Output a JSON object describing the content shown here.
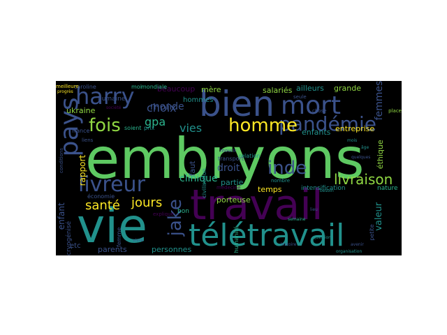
{
  "colors": {
    "background": "#000000",
    "green": "#5ec962",
    "teal": "#21918c",
    "blue": "#3b528b",
    "purple": "#440154",
    "yellow": "#fde725",
    "lightgreen": "#90d743",
    "aqua": "#2cb68f"
  },
  "words": [
    {
      "text": "embryons",
      "color": "green"
    },
    {
      "text": "travail",
      "color": "purple"
    },
    {
      "text": "vie",
      "color": "teal"
    },
    {
      "text": "bien",
      "color": "blue"
    },
    {
      "text": "télétravail",
      "color": "teal"
    },
    {
      "text": "mort",
      "color": "blue"
    },
    {
      "text": "harry",
      "color": "blue"
    },
    {
      "text": "pays",
      "color": "blue"
    },
    {
      "text": "livreur",
      "color": "blue"
    },
    {
      "text": "pandémie",
      "color": "blue"
    },
    {
      "text": "fois",
      "color": "lightgreen"
    },
    {
      "text": "homme",
      "color": "yellow"
    },
    {
      "text": "inde",
      "color": "blue"
    },
    {
      "text": "jake",
      "color": "blue"
    },
    {
      "text": "livraison",
      "color": "lightgreen"
    },
    {
      "text": "santé",
      "color": "yellow"
    },
    {
      "text": "jours",
      "color": "yellow"
    },
    {
      "text": "choix",
      "color": "blue"
    },
    {
      "text": "gpa",
      "color": "aqua"
    },
    {
      "text": "vies",
      "color": "teal"
    },
    {
      "text": "monde",
      "color": "blue"
    },
    {
      "text": "clinique",
      "color": "aqua"
    },
    {
      "text": "droit",
      "color": "blue"
    },
    {
      "text": "enfant",
      "color": "blue"
    },
    {
      "text": "valeur",
      "color": "teal"
    },
    {
      "text": "ukraine",
      "color": "lightgreen"
    },
    {
      "text": "rapport",
      "color": "yellow"
    },
    {
      "text": "femmes",
      "color": "blue"
    },
    {
      "text": "éthique",
      "color": "lightgreen"
    },
    {
      "text": "mère",
      "color": "lightgreen"
    },
    {
      "text": "salariés",
      "color": "lightgreen"
    },
    {
      "text": "entreprise",
      "color": "yellow"
    },
    {
      "text": "enfants",
      "color": "teal"
    },
    {
      "text": "temps",
      "color": "yellow"
    },
    {
      "text": "porteuse",
      "color": "lightgreen"
    },
    {
      "text": "partie",
      "color": "teal"
    },
    {
      "text": "grande",
      "color": "lightgreen"
    },
    {
      "text": "ailleurs",
      "color": "teal"
    },
    {
      "text": "beaucoup",
      "color": "purple"
    },
    {
      "text": "hommes",
      "color": "teal"
    },
    {
      "text": "faut",
      "color": "blue"
    },
    {
      "text": "parents",
      "color": "blue"
    },
    {
      "text": "personnes",
      "color": "teal"
    },
    {
      "text": "cryogénisé",
      "color": "blue"
    },
    {
      "text": "intensification",
      "color": "teal"
    },
    {
      "text": "nature",
      "color": "aqua"
    },
    {
      "text": "humaine",
      "color": "blue"
    },
    {
      "text": "caroline",
      "color": "blue"
    },
    {
      "text": "mondiale",
      "color": "aqua"
    },
    {
      "text": "femme",
      "color": "blue"
    },
    {
      "text": "bon",
      "color": "aqua"
    },
    {
      "text": "etc",
      "color": "blue"
    },
    {
      "text": "petite",
      "color": "blue"
    },
    {
      "text": "france",
      "color": "blue"
    },
    {
      "text": "relation",
      "color": "teal"
    },
    {
      "text": "transport",
      "color": "blue"
    },
    {
      "text": "médecine",
      "color": "purple"
    },
    {
      "text": "soient",
      "color": "aqua"
    },
    {
      "text": "prix",
      "color": "teal"
    },
    {
      "text": "économie",
      "color": "blue"
    },
    {
      "text": "humanité",
      "color": "aqua"
    },
    {
      "text": "meilleure",
      "color": "yellow"
    },
    {
      "text": "progrès",
      "color": "yellow"
    },
    {
      "text": "moi",
      "color": "aqua"
    },
    {
      "text": "explique",
      "color": "purple"
    },
    {
      "text": "liens",
      "color": "blue"
    },
    {
      "text": "mourir",
      "color": "blue"
    },
    {
      "text": "chose",
      "color": "blue"
    },
    {
      "text": "place",
      "color": "lightgreen"
    },
    {
      "text": "nombre",
      "color": "teal"
    },
    {
      "text": "civilisation",
      "color": "teal"
    },
    {
      "text": "conditions",
      "color": "blue"
    },
    {
      "text": "organisation",
      "color": "teal"
    },
    {
      "text": "seule",
      "color": "blue"
    },
    {
      "text": "société",
      "color": "purple"
    },
    {
      "text": "quelques",
      "color": "blue"
    },
    {
      "text": "besoin",
      "color": "teal"
    },
    {
      "text": "histoire",
      "color": "blue"
    },
    {
      "text": "avenir",
      "color": "blue"
    },
    {
      "text": "question",
      "color": "teal"
    },
    {
      "text": "vivre",
      "color": "blue"
    },
    {
      "text": "semaine",
      "color": "aqua"
    },
    {
      "text": "lieu",
      "color": "blue"
    },
    {
      "text": "mois",
      "color": "teal"
    },
    {
      "text": "âge",
      "color": "teal"
    }
  ]
}
